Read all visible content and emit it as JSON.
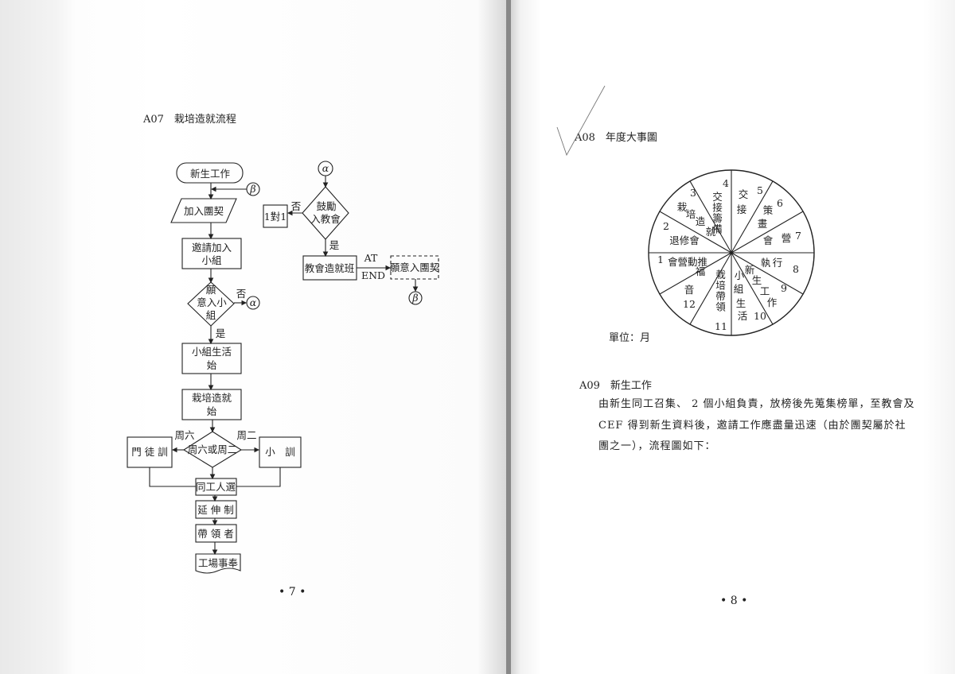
{
  "left_page": {
    "heading": "A07　栽培造就流程",
    "page_number": "• 7 •",
    "flowchart": {
      "start": "新生工作",
      "connector_beta": "β",
      "connector_alpha": "α",
      "join": "加入團契",
      "invite": [
        "邀請加入",
        "小組"
      ],
      "decision_group": [
        "願",
        "意入小",
        "組"
      ],
      "no": "否",
      "yes": "是",
      "group_life": [
        "小組生活",
        "始"
      ],
      "nurture": [
        "栽培造就",
        "始"
      ],
      "decision_day": "周六或周二",
      "saturday": "周六",
      "tuesday": "周二",
      "discipleship": "門 徒 訓",
      "small_training": "小　訓",
      "coworker": "同工人選",
      "extension": "延 伸 制",
      "leader": "帶 領 者",
      "ministry": "工場事奉",
      "decision_church": [
        "鼓勵",
        "入教會"
      ],
      "one_on_one": "1對1",
      "church_class": "教會造就班",
      "at": "AT",
      "end": "END",
      "willing_join": "願意入團契"
    }
  },
  "right_page": {
    "heading": "A08　年度大事圖",
    "unit": "單位：月",
    "page_number": "• 8 •",
    "wheel": {
      "months": [
        "1",
        "2",
        "3",
        "4",
        "5",
        "6",
        "7",
        "8",
        "9",
        "10",
        "11",
        "12"
      ],
      "sectors": {
        "1": "會營動推",
        "2": "退修會",
        "3": "栽培造就",
        "4": "交接籌備",
        "5": "交接",
        "6": "策畫",
        "7": "會營",
        "8": "執行",
        "9": "新生工作",
        "10": "小組生活",
        "11": "栽培帶領",
        "12": "福音"
      }
    },
    "section_a09": {
      "heading": "A09　新生工作",
      "lines": [
        "由新生同工召集、 2 個小組負責，放榜後先蒐集榜單，至教會及",
        "CEF 得到新生資料後，邀請工作應盡量迅速（由於團契屬於社",
        "團之一），流程圖如下："
      ]
    }
  }
}
